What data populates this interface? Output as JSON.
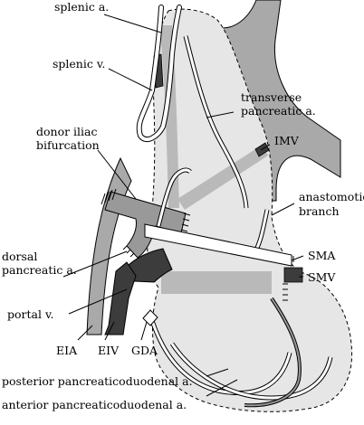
{
  "labels": {
    "splenic_a": "splenic a.",
    "splenic_v": "splenic v.",
    "transverse_1": "transverse",
    "transverse_2": "pancreatic a.",
    "donor_iliac_1": "donor iliac",
    "donor_iliac_2": "bifurcation",
    "imv": "IMV",
    "anastomotic_1": "anastomotic",
    "anastomotic_2": "branch",
    "sma": "SMA",
    "smv": "SMV",
    "dorsal_1": "dorsal",
    "dorsal_2": "pancreatic a.",
    "portal_v": "portal v.",
    "eia": "EIA",
    "eiv": "EIV",
    "gda": "GDA",
    "posterior_pd": "posterior pancreaticoduodenal a.",
    "anterior_pd": "anterior pancreaticoduodenal a."
  },
  "colors": {
    "vein_gray": "#a9a9a9",
    "pancreas_fill": "#e6e6e6",
    "dark_vein": "#3c3c3c",
    "artery_fill": "#ffffff",
    "stroke": "#000000"
  }
}
